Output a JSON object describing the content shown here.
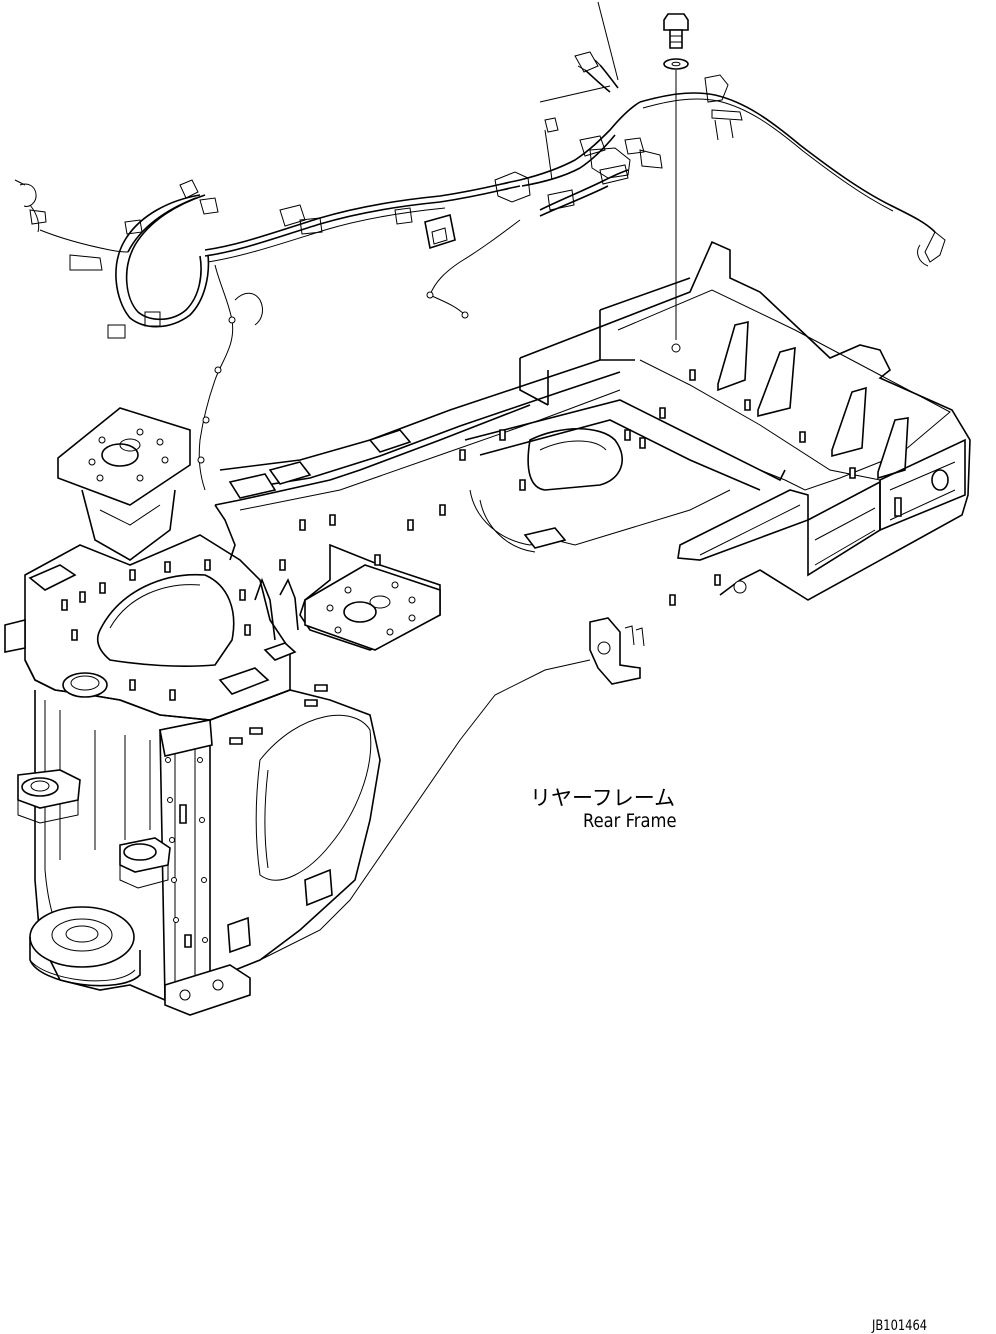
{
  "labels": {
    "rear_frame_jp": "リヤーフレーム",
    "rear_frame_en": "Rear Frame"
  },
  "drawing_number": "JB101464",
  "colors": {
    "line": "#000000",
    "background": "#ffffff"
  }
}
